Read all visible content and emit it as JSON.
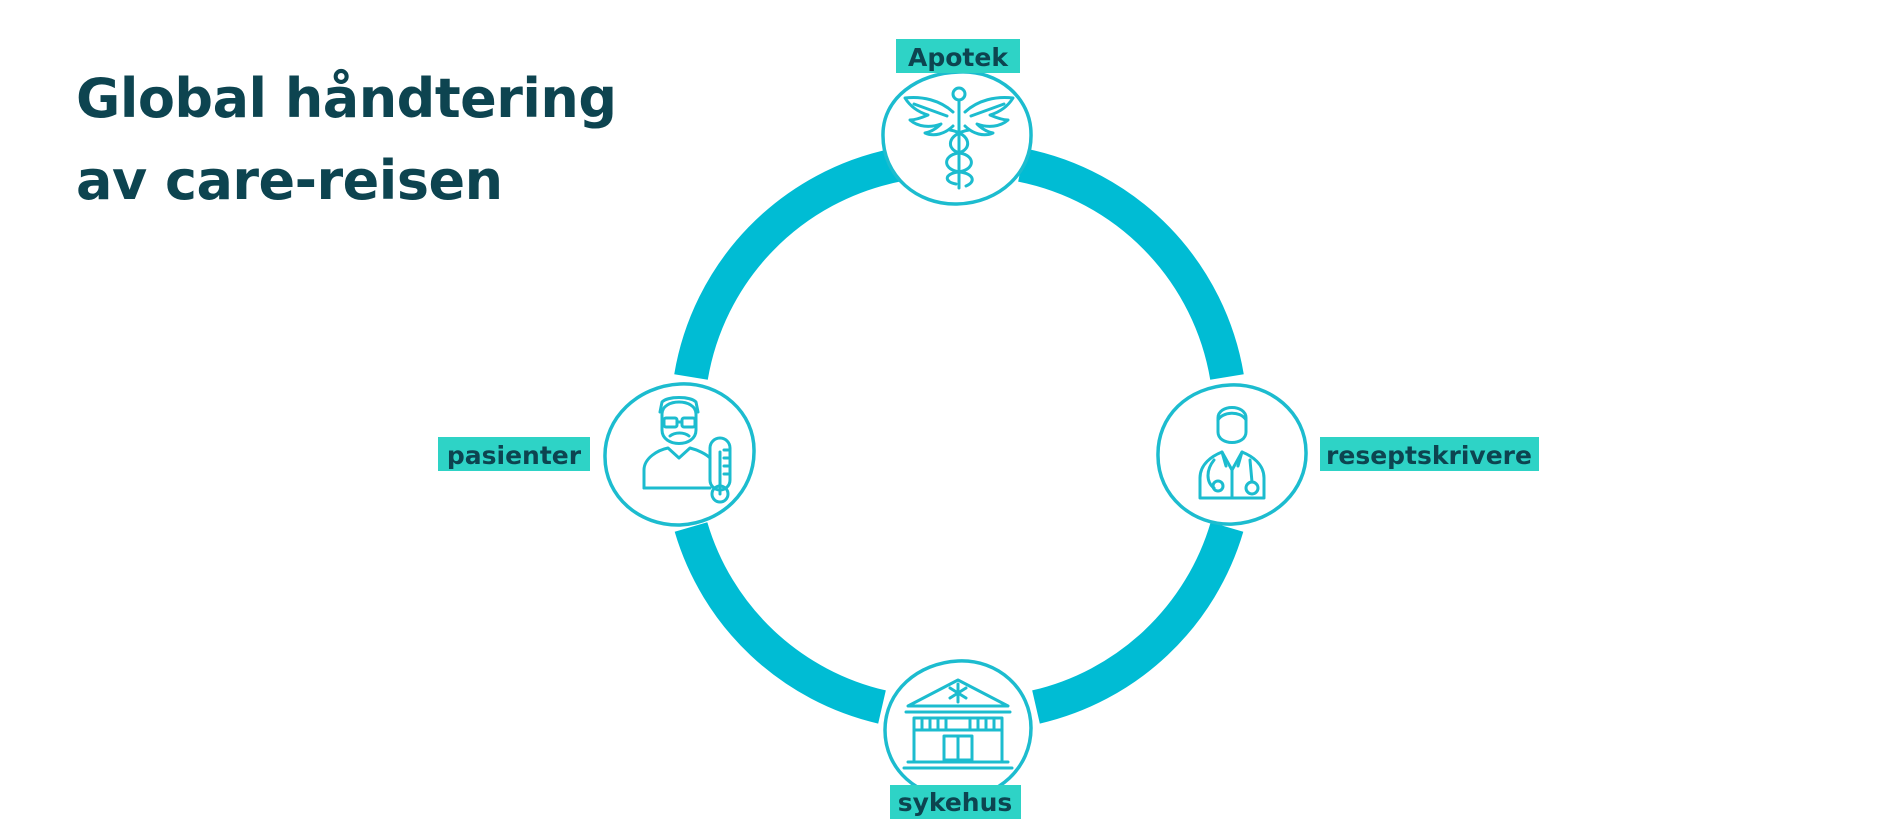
{
  "title": {
    "line1": "Global håndtering",
    "line2": "av care-reisen"
  },
  "nodes": {
    "top": {
      "label": "Apotek",
      "icon": "caduceus-icon"
    },
    "right": {
      "label": "reseptskrivere",
      "icon": "doctor-icon"
    },
    "bottom": {
      "label": "sykehus",
      "icon": "hospital-icon"
    },
    "left": {
      "label": "pasienter",
      "icon": "patient-icon"
    }
  },
  "colors": {
    "ring": "#00bcd4",
    "icon_stroke": "#1cbccf",
    "label_background": "#2ed3c6",
    "title": "#0d4450"
  }
}
